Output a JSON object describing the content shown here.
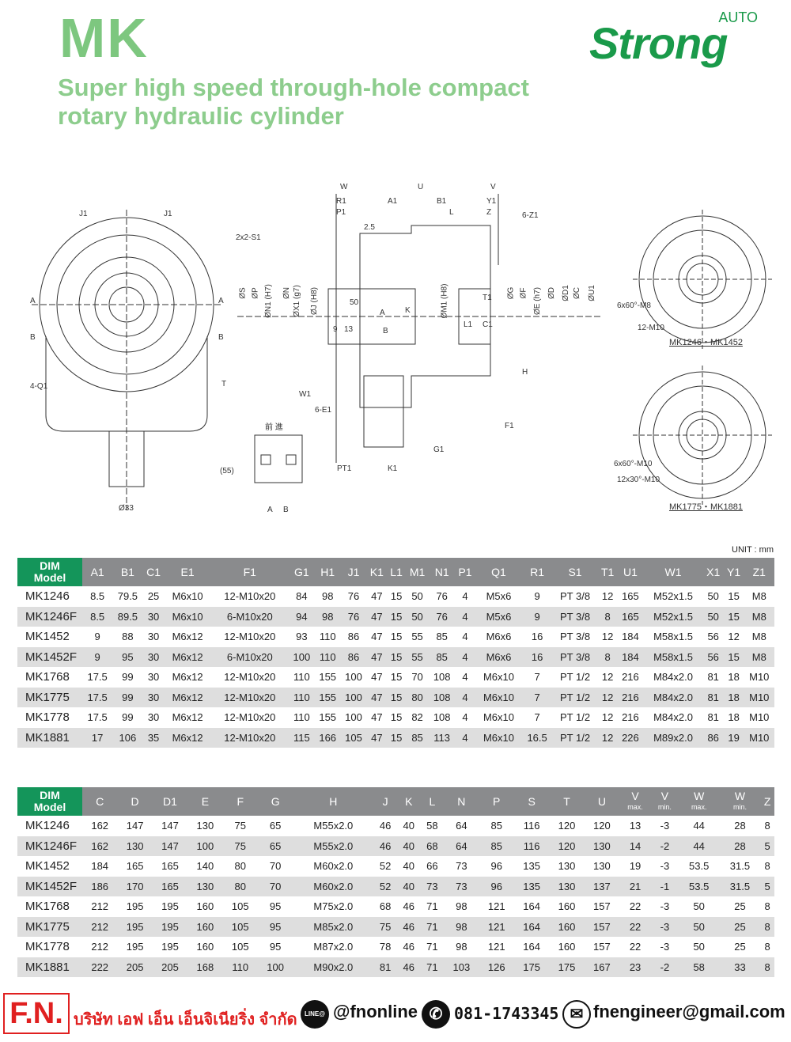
{
  "header": {
    "title": "MK",
    "subtitle_line1": "Super high speed through-hole compact",
    "subtitle_line2": "rotary hydraulic cylinder",
    "logo_brand": "Strong",
    "logo_auto": "AUTO"
  },
  "drawing": {
    "labels": [
      "J1",
      "J1",
      "2x2-S1",
      "A",
      "A",
      "B",
      "B",
      "4-Q1",
      "T",
      "(55)",
      "Ø33",
      "W",
      "R1",
      "P1",
      "U",
      "A1",
      "B1",
      "V",
      "Y1",
      "L",
      "Z",
      "6-Z1",
      "2.5",
      "50",
      "9",
      "13",
      "A",
      "B",
      "K",
      "T1",
      "L1",
      "C1",
      "H",
      "W1",
      "6-E1",
      "F1",
      "G1",
      "PT1",
      "K1",
      "前 進",
      "A",
      "B",
      "ØS",
      "ØP",
      "ØN1 (H7)",
      "ØN",
      "ØX1 (g7)",
      "ØJ (H8)",
      "ØM1 (H8)",
      "ØG",
      "ØF",
      "ØE (h7)",
      "ØD",
      "ØD1",
      "ØC",
      "ØU1",
      "6x60°-M8",
      "12-M10",
      "MK1246・MK1452",
      "6x60°-M10",
      "12x30°-M10",
      "MK1775・MK1881"
    ]
  },
  "unit_label": "UNIT : mm",
  "table1": {
    "dim_label": "DIM",
    "model_label": "Model",
    "headers": [
      "A1",
      "B1",
      "C1",
      "E1",
      "F1",
      "G1",
      "H1",
      "J1",
      "K1",
      "L1",
      "M1",
      "N1",
      "P1",
      "Q1",
      "R1",
      "S1",
      "T1",
      "U1",
      "W1",
      "X1",
      "Y1",
      "Z1"
    ],
    "rows": [
      [
        "MK1246",
        "8.5",
        "79.5",
        "25",
        "M6x10",
        "12-M10x20",
        "84",
        "98",
        "76",
        "47",
        "15",
        "50",
        "76",
        "4",
        "M5x6",
        "9",
        "PT 3/8",
        "12",
        "165",
        "M52x1.5",
        "50",
        "15",
        "M8"
      ],
      [
        "MK1246F",
        "8.5",
        "89.5",
        "30",
        "M6x10",
        "6-M10x20",
        "94",
        "98",
        "76",
        "47",
        "15",
        "50",
        "76",
        "4",
        "M5x6",
        "9",
        "PT 3/8",
        "8",
        "165",
        "M52x1.5",
        "50",
        "15",
        "M8"
      ],
      [
        "MK1452",
        "9",
        "88",
        "30",
        "M6x12",
        "12-M10x20",
        "93",
        "110",
        "86",
        "47",
        "15",
        "55",
        "85",
        "4",
        "M6x6",
        "16",
        "PT 3/8",
        "12",
        "184",
        "M58x1.5",
        "56",
        "12",
        "M8"
      ],
      [
        "MK1452F",
        "9",
        "95",
        "30",
        "M6x12",
        "6-M10x20",
        "100",
        "110",
        "86",
        "47",
        "15",
        "55",
        "85",
        "4",
        "M6x6",
        "16",
        "PT 3/8",
        "8",
        "184",
        "M58x1.5",
        "56",
        "15",
        "M8"
      ],
      [
        "MK1768",
        "17.5",
        "99",
        "30",
        "M6x12",
        "12-M10x20",
        "110",
        "155",
        "100",
        "47",
        "15",
        "70",
        "108",
        "4",
        "M6x10",
        "7",
        "PT 1/2",
        "12",
        "216",
        "M84x2.0",
        "81",
        "18",
        "M10"
      ],
      [
        "MK1775",
        "17.5",
        "99",
        "30",
        "M6x12",
        "12-M10x20",
        "110",
        "155",
        "100",
        "47",
        "15",
        "80",
        "108",
        "4",
        "M6x10",
        "7",
        "PT 1/2",
        "12",
        "216",
        "M84x2.0",
        "81",
        "18",
        "M10"
      ],
      [
        "MK1778",
        "17.5",
        "99",
        "30",
        "M6x12",
        "12-M10x20",
        "110",
        "155",
        "100",
        "47",
        "15",
        "82",
        "108",
        "4",
        "M6x10",
        "7",
        "PT 1/2",
        "12",
        "216",
        "M84x2.0",
        "81",
        "18",
        "M10"
      ],
      [
        "MK1881",
        "17",
        "106",
        "35",
        "M6x12",
        "12-M10x20",
        "115",
        "166",
        "105",
        "47",
        "15",
        "85",
        "113",
        "4",
        "M6x10",
        "16.5",
        "PT 1/2",
        "12",
        "226",
        "M89x2.0",
        "86",
        "19",
        "M10"
      ]
    ]
  },
  "table2": {
    "dim_label": "DIM",
    "model_label": "Model",
    "headers": [
      [
        "C",
        ""
      ],
      [
        "D",
        ""
      ],
      [
        "D1",
        ""
      ],
      [
        "E",
        ""
      ],
      [
        "F",
        ""
      ],
      [
        "G",
        ""
      ],
      [
        "H",
        ""
      ],
      [
        "J",
        ""
      ],
      [
        "K",
        ""
      ],
      [
        "L",
        ""
      ],
      [
        "N",
        ""
      ],
      [
        "P",
        ""
      ],
      [
        "S",
        ""
      ],
      [
        "T",
        ""
      ],
      [
        "U",
        ""
      ],
      [
        "V",
        "max."
      ],
      [
        "V",
        "min."
      ],
      [
        "W",
        "max."
      ],
      [
        "W",
        "min."
      ],
      [
        "Z",
        ""
      ]
    ],
    "rows": [
      [
        "MK1246",
        "162",
        "147",
        "147",
        "130",
        "75",
        "65",
        "M55x2.0",
        "46",
        "40",
        "58",
        "64",
        "85",
        "116",
        "120",
        "120",
        "13",
        "-3",
        "44",
        "28",
        "8"
      ],
      [
        "MK1246F",
        "162",
        "130",
        "147",
        "100",
        "75",
        "65",
        "M55x2.0",
        "46",
        "40",
        "68",
        "64",
        "85",
        "116",
        "120",
        "130",
        "14",
        "-2",
        "44",
        "28",
        "5"
      ],
      [
        "MK1452",
        "184",
        "165",
        "165",
        "140",
        "80",
        "70",
        "M60x2.0",
        "52",
        "40",
        "66",
        "73",
        "96",
        "135",
        "130",
        "130",
        "19",
        "-3",
        "53.5",
        "31.5",
        "8"
      ],
      [
        "MK1452F",
        "186",
        "170",
        "165",
        "130",
        "80",
        "70",
        "M60x2.0",
        "52",
        "40",
        "73",
        "73",
        "96",
        "135",
        "130",
        "137",
        "21",
        "-1",
        "53.5",
        "31.5",
        "5"
      ],
      [
        "MK1768",
        "212",
        "195",
        "195",
        "160",
        "105",
        "95",
        "M75x2.0",
        "68",
        "46",
        "71",
        "98",
        "121",
        "164",
        "160",
        "157",
        "22",
        "-3",
        "50",
        "25",
        "8"
      ],
      [
        "MK1775",
        "212",
        "195",
        "195",
        "160",
        "105",
        "95",
        "M85x2.0",
        "75",
        "46",
        "71",
        "98",
        "121",
        "164",
        "160",
        "157",
        "22",
        "-3",
        "50",
        "25",
        "8"
      ],
      [
        "MK1778",
        "212",
        "195",
        "195",
        "160",
        "105",
        "95",
        "M87x2.0",
        "78",
        "46",
        "71",
        "98",
        "121",
        "164",
        "160",
        "157",
        "22",
        "-3",
        "50",
        "25",
        "8"
      ],
      [
        "MK1881",
        "222",
        "205",
        "205",
        "168",
        "110",
        "100",
        "M90x2.0",
        "81",
        "46",
        "71",
        "103",
        "126",
        "175",
        "175",
        "167",
        "23",
        "-2",
        "58",
        "33",
        "8"
      ]
    ]
  },
  "footer": {
    "logo": "F.N.",
    "company": "บริษัท เอฟ เอ็น เอ็นจิเนียริ่ง จำกัด",
    "line_icon": "LINE@",
    "line_id": "@fnonline",
    "phone": "081-1743345",
    "email": "fnengineer@gmail.com"
  }
}
